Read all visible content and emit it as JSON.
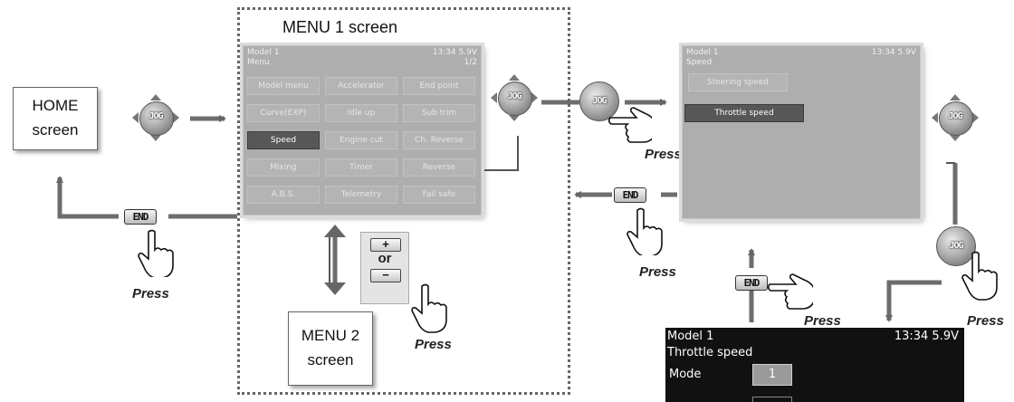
{
  "home_box": {
    "line1": "HOME",
    "line2": "screen"
  },
  "menu1": {
    "title": "MENU 1 screen",
    "model": "Model 1",
    "time_voltage": "13:34 5.9V",
    "section": "Menu",
    "page": "1/2",
    "items": [
      [
        "Model menu",
        "Accelerator",
        "End point"
      ],
      [
        "Curve(EXP)",
        "Idle up",
        "Sub trim"
      ],
      [
        "Speed",
        "Engine cut",
        "Ch. Reverse"
      ],
      [
        "Mixing",
        "Timer",
        "Reverse"
      ],
      [
        "A.B.S.",
        "Telemetry",
        "Fail safe"
      ]
    ],
    "selected_item": "Speed"
  },
  "menu2_box": {
    "line1": "MENU 2",
    "line2": "screen"
  },
  "plusminus": {
    "plus": "+",
    "or": "or",
    "minus": "−"
  },
  "speed_screen": {
    "model": "Model 1",
    "time_voltage": "13:34 5.9V",
    "section": "Speed",
    "items": [
      "Steering speed",
      "Throttle speed"
    ],
    "selected_item": "Throttle speed"
  },
  "throttle_screen": {
    "model": "Model 1",
    "time_voltage": "13:34 5.9V",
    "title": "Throttle speed",
    "mode_label": "Mode",
    "mode_value": "1"
  },
  "jog_label": "JOG",
  "end_label": "END",
  "press_label": "Press",
  "colors": {
    "arrow": "#666666",
    "screen_bg": "#aeaeae",
    "selected": "#575757",
    "dark_screen": "#111111"
  }
}
